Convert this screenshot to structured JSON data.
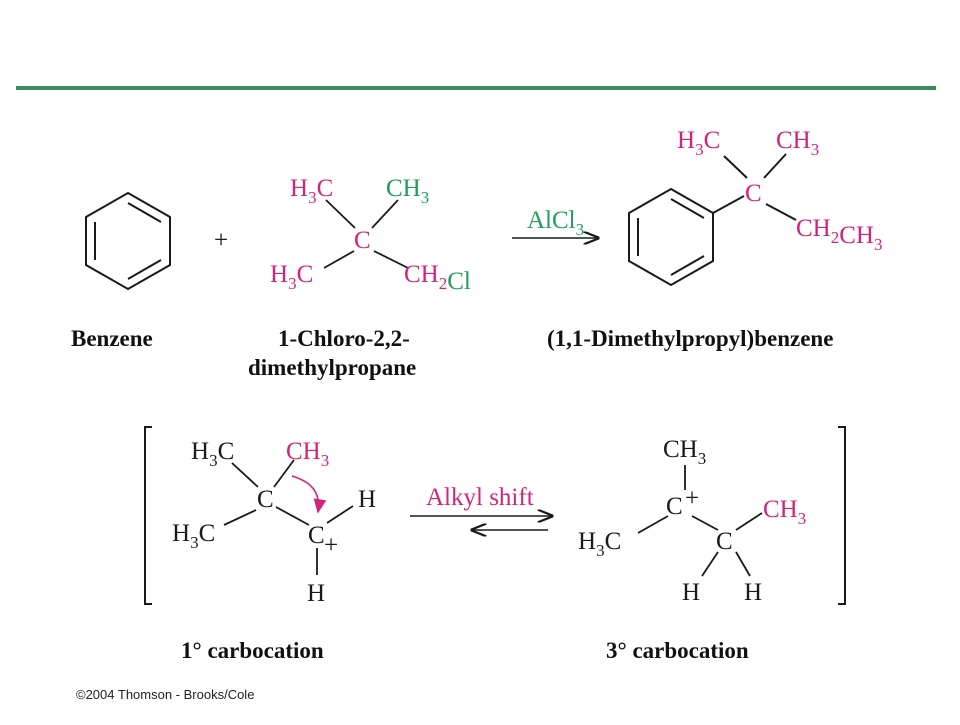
{
  "colors": {
    "rule": "#3a8a5f",
    "pink": "#d4237a",
    "green": "#1f9e5a",
    "black": "#1a1a1a"
  },
  "reaction": {
    "plus": "+",
    "reagent": {
      "tl": [
        "H",
        "3",
        "C"
      ],
      "tr": [
        "CH",
        "3",
        ""
      ],
      "center": "C",
      "bl": [
        "H",
        "3",
        "C"
      ],
      "br_a": [
        "CH",
        "2",
        ""
      ],
      "br_b": "Cl"
    },
    "catalyst": [
      "AlCl",
      "3",
      ""
    ],
    "product": {
      "tl": [
        "H",
        "3",
        "C"
      ],
      "tr": [
        "CH",
        "3",
        ""
      ],
      "center": "C",
      "br_a": [
        "CH",
        "2",
        ""
      ],
      "br_b": [
        "CH",
        "3",
        ""
      ]
    }
  },
  "labels": {
    "benzene": "Benzene",
    "reagent_line1": "1-Chloro-2,2-",
    "reagent_line2": "dimethylpropane",
    "product": "(1,1-Dimethylpropyl)benzene",
    "primary": "1° carbocation",
    "tertiary": "3° carbocation"
  },
  "mechanism": {
    "left": {
      "tl": [
        "H",
        "3",
        "C"
      ],
      "tr": [
        "CH",
        "3",
        ""
      ],
      "c1": "C",
      "bl": [
        "H",
        "3",
        "C"
      ],
      "c2": "C",
      "plus": "+",
      "h_right": "H",
      "h_bottom": "H"
    },
    "shift": "Alkyl shift",
    "right": {
      "top": [
        "CH",
        "3",
        ""
      ],
      "c1": "C",
      "plus": "+",
      "left": [
        "H",
        "3",
        "C"
      ],
      "c2": "C",
      "ch3": [
        "CH",
        "3",
        ""
      ],
      "h1": "H",
      "h2": "H"
    }
  },
  "copyright": "©2004 Thomson - Brooks/Cole"
}
